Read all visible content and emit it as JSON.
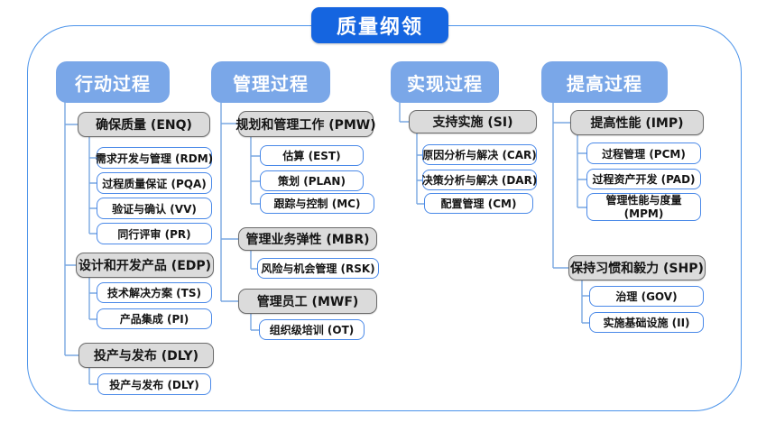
{
  "title": "质量纲领",
  "colors": {
    "title_bg": "#1565E0",
    "header_bg": "#7AA7E8",
    "group_fill": "#DBDBDB",
    "group_border": "#6B6B6B",
    "leaf_border": "#4A89E8",
    "connector": "#79A7E2",
    "frame_border": "#4C94EA"
  },
  "columns": [
    {
      "header": "行动过程",
      "groups": [
        {
          "label": "确保质量 (ENQ)",
          "children": [
            "需求开发与管理 (RDM)",
            "过程质量保证 (PQA)",
            "验证与确认 (VV)",
            "同行评审 (PR)"
          ]
        },
        {
          "label": "设计和开发产品 (EDP)",
          "children": [
            "技术解决方案 (TS)",
            "产品集成 (PI)"
          ]
        },
        {
          "label": "投产与发布 (DLY)",
          "children": [
            "投产与发布 (DLY)"
          ]
        }
      ]
    },
    {
      "header": "管理过程",
      "groups": [
        {
          "label": "规划和管理工作 (PMW)",
          "children": [
            "估算 (EST)",
            "策划 (PLAN)",
            "跟踪与控制 (MC)"
          ]
        },
        {
          "label": "管理业务弹性 (MBR)",
          "children": [
            "风险与机会管理 (RSK)"
          ]
        },
        {
          "label": "管理员工 (MWF)",
          "children": [
            "组织级培训 (OT)"
          ]
        }
      ]
    },
    {
      "header": "实现过程",
      "groups": [
        {
          "label": "支持实施 (SI)",
          "children": [
            "原因分析与解决 (CAR)",
            "决策分析与解决 (DAR)",
            "配置管理 (CM)"
          ]
        }
      ]
    },
    {
      "header": "提高过程",
      "groups": [
        {
          "label": "提高性能 (IMP)",
          "children": [
            "过程管理 (PCM)",
            "过程资产开发 (PAD)",
            "管理性能与度量 (MPM)"
          ]
        },
        {
          "label": "保持习惯和毅力 (SHP)",
          "children": [
            "治理 (GOV)",
            "实施基础设施 (II)"
          ]
        }
      ]
    }
  ]
}
